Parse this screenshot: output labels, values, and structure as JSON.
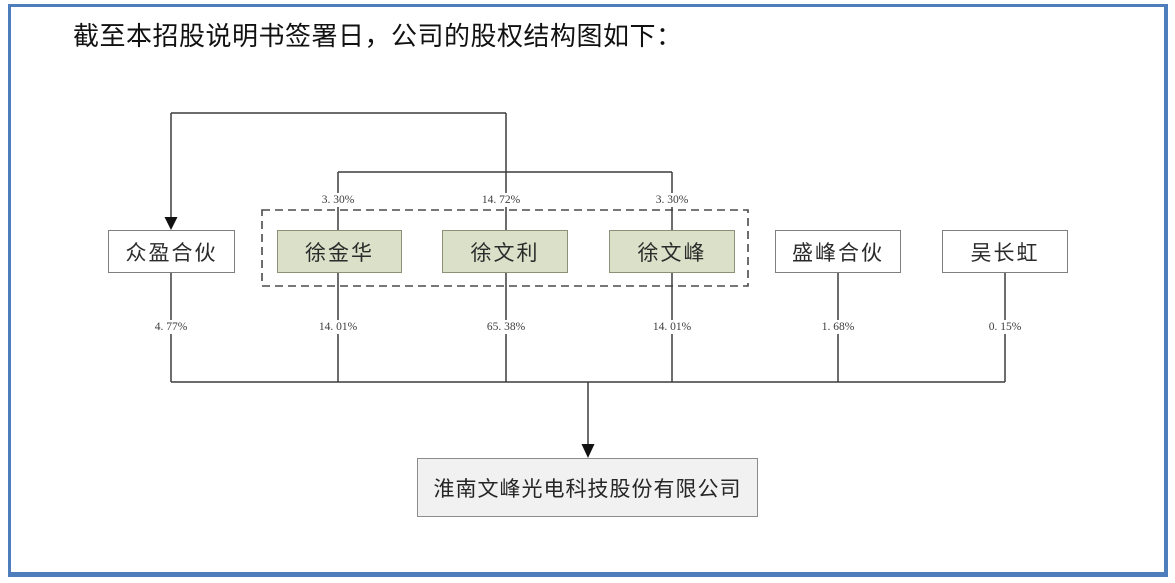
{
  "document": {
    "intro_text": "截至本招股说明书签署日，公司的股权结构图如下："
  },
  "diagram": {
    "shareholders": [
      {
        "name": "众盈合伙",
        "stake_in_company": "4. 77%"
      },
      {
        "name": "徐金华",
        "stake_in_company": "14. 01%",
        "stake_in_partnership": "3. 30%"
      },
      {
        "name": "徐文利",
        "stake_in_company": "65. 38%",
        "stake_in_partnership": "14. 72%"
      },
      {
        "name": "徐文峰",
        "stake_in_company": "14. 01%",
        "stake_in_partnership": "3. 30%"
      },
      {
        "name": "盛峰合伙",
        "stake_in_company": "1. 68%"
      },
      {
        "name": "吴长虹",
        "stake_in_company": "0. 15%"
      }
    ],
    "company": {
      "name": "淮南文峰光电科技股份有限公司"
    },
    "colors": {
      "frame_border": "#4d7ebb",
      "member_box_fill": "#dbe0c8",
      "company_box_fill": "#f1f1f1",
      "line": "#3c3c3c"
    }
  }
}
